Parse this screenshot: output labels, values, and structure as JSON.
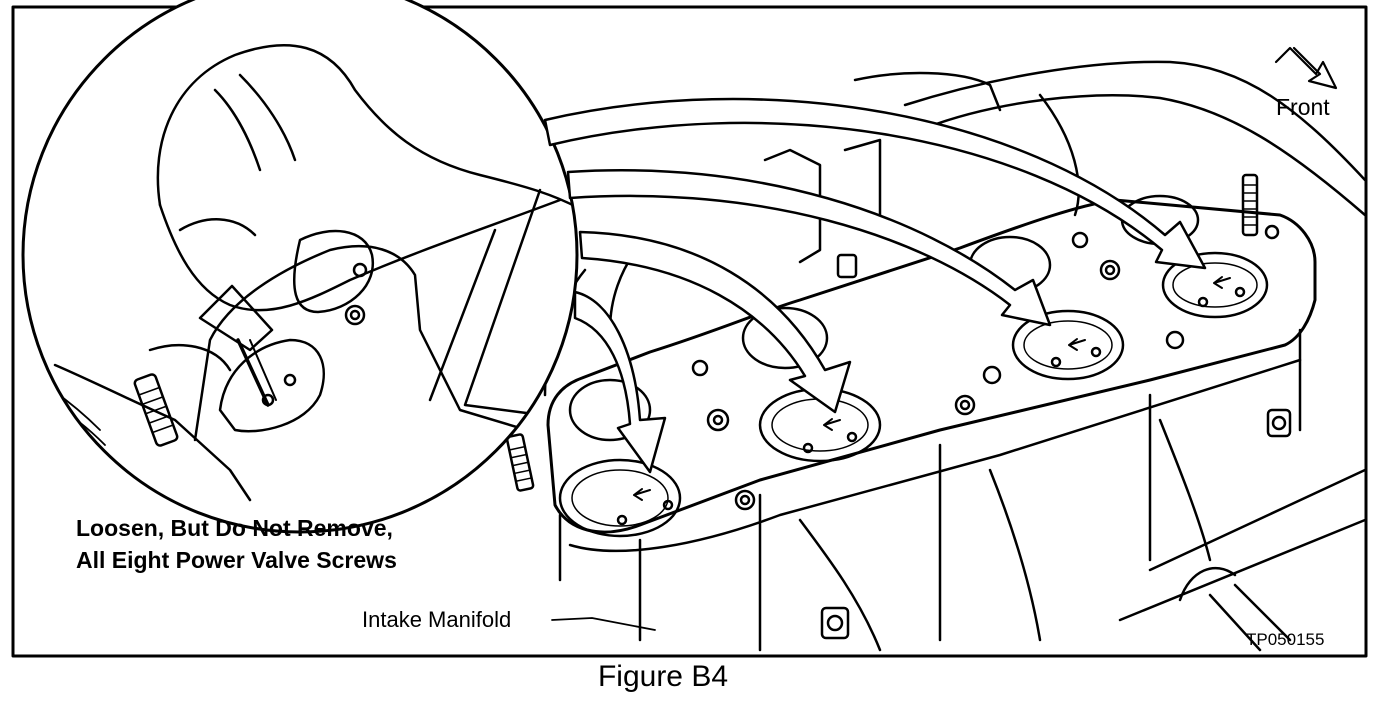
{
  "labels": {
    "front": "Front",
    "instruction_line1": "Loosen, But Do Not Remove,",
    "instruction_line2": "All Eight Power Valve Screws",
    "component": "Intake Manifold",
    "drawing_code": "TP050155",
    "caption": "Figure B4"
  }
}
